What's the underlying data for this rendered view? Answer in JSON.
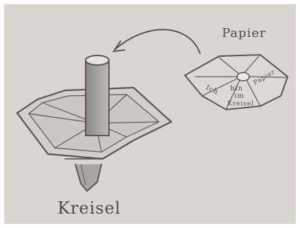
{
  "labels": {
    "paper": "Papier",
    "spinning_top": "Kreisel"
  },
  "paper_writing": {
    "left": "Ich",
    "center_top": "bin",
    "center": "im",
    "center_bottom": "Kreisel",
    "right": "Papier"
  },
  "colors": {
    "paper_background": "#d9d6d1",
    "pencil": "#4a4a4a"
  }
}
